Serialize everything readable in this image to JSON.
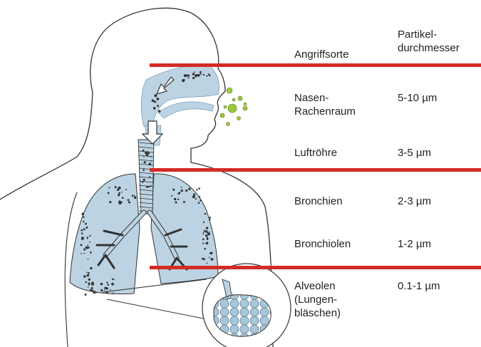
{
  "header": {
    "site_label": "Angriffsorte",
    "diameter_label": "Partikel-\ndurchmesser"
  },
  "rows": [
    {
      "site": "Nasen-\nRachenraum",
      "diameter": "5-10 µm"
    },
    {
      "site": "Luftröhre",
      "diameter": "3-5 µm"
    },
    {
      "site": "Bronchien",
      "diameter": "2-3 µm"
    },
    {
      "site": "Bronchiolen",
      "diameter": "1-2 µm"
    },
    {
      "site": "Alveolen\n(Lungen-\nbläschen)",
      "diameter": "0.1-1 µm"
    }
  ],
  "colors": {
    "separator": "#d42b25",
    "lung_fill": "#bcd3e3",
    "outline": "#333333",
    "particle": "#9cc93c"
  }
}
